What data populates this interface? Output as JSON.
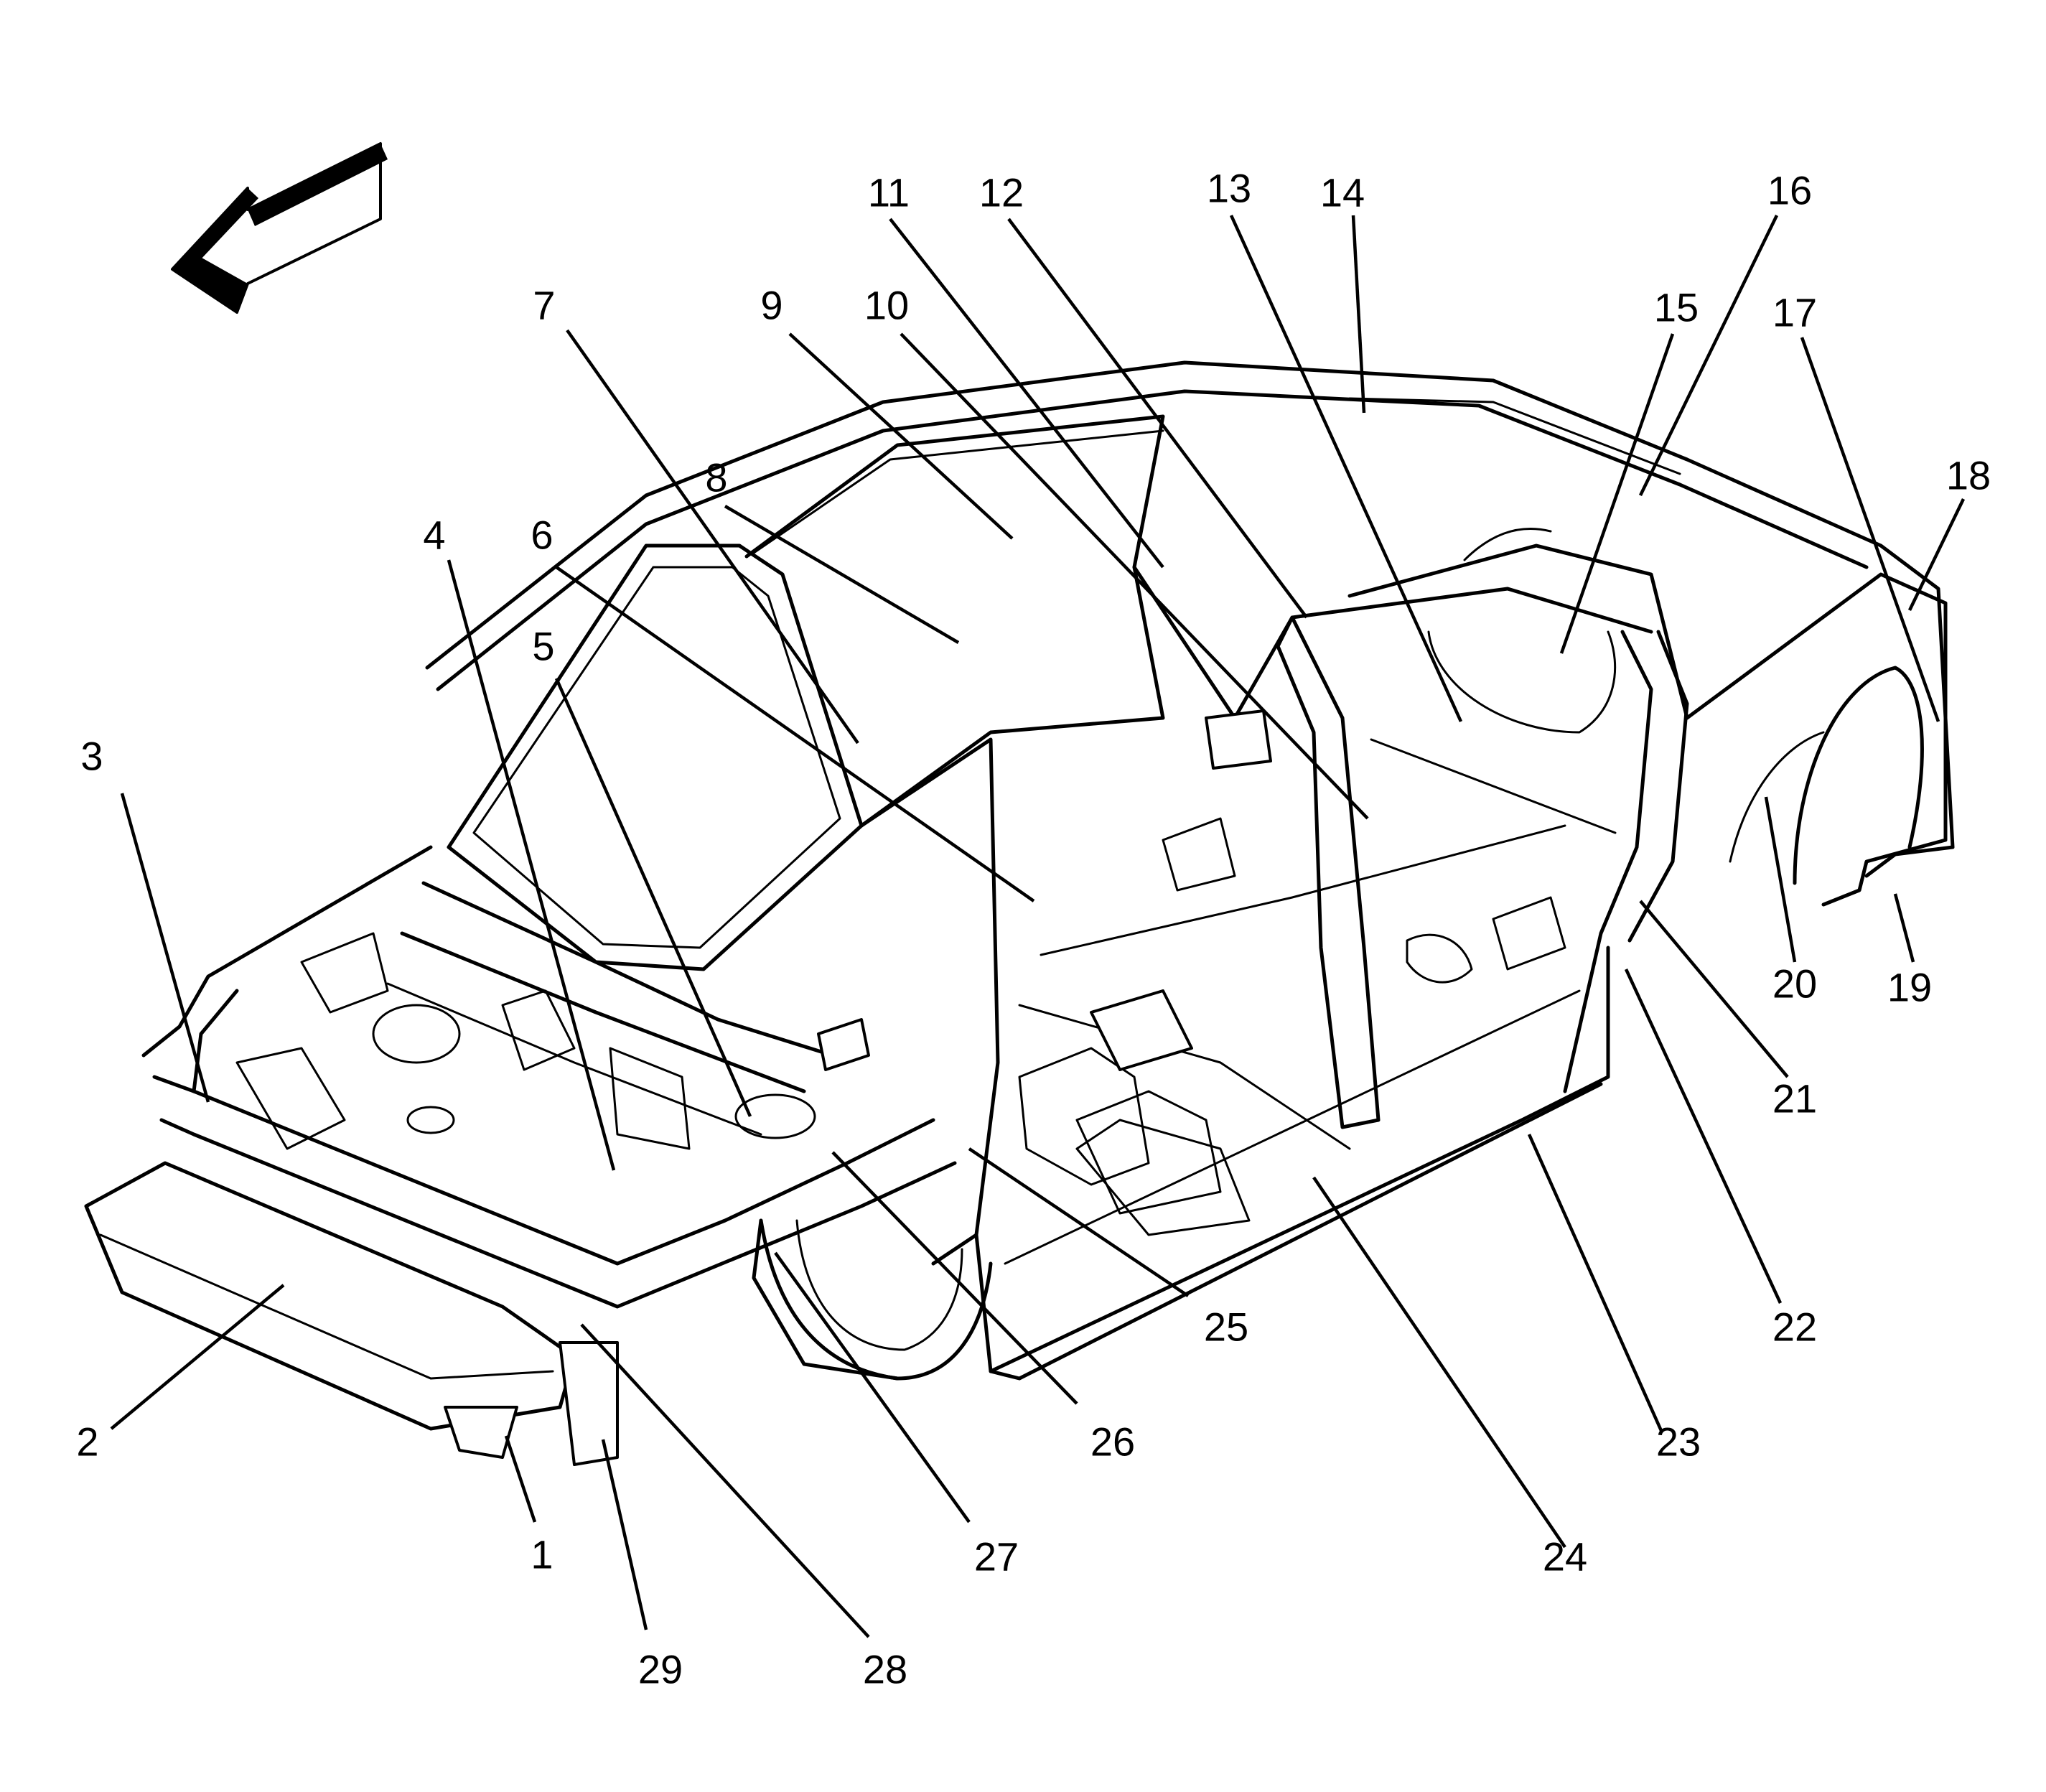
{
  "diagram": {
    "callouts": [
      {
        "label": "1"
      },
      {
        "label": "2"
      },
      {
        "label": "3"
      },
      {
        "label": "4"
      },
      {
        "label": "5"
      },
      {
        "label": "6"
      },
      {
        "label": "7"
      },
      {
        "label": "8"
      },
      {
        "label": "9"
      },
      {
        "label": "10"
      },
      {
        "label": "11"
      },
      {
        "label": "12"
      },
      {
        "label": "13"
      },
      {
        "label": "14"
      },
      {
        "label": "15"
      },
      {
        "label": "16"
      },
      {
        "label": "17"
      },
      {
        "label": "18"
      },
      {
        "label": "19"
      },
      {
        "label": "20"
      },
      {
        "label": "21"
      },
      {
        "label": "22"
      },
      {
        "label": "23"
      },
      {
        "label": "24"
      },
      {
        "label": "25"
      },
      {
        "label": "26"
      },
      {
        "label": "27"
      },
      {
        "label": "28"
      },
      {
        "label": "29"
      }
    ],
    "direction_arrow": {
      "icon": "forward-direction-arrow-icon",
      "color": "#000000"
    },
    "line_color": "#000000",
    "background": "#ffffff"
  }
}
